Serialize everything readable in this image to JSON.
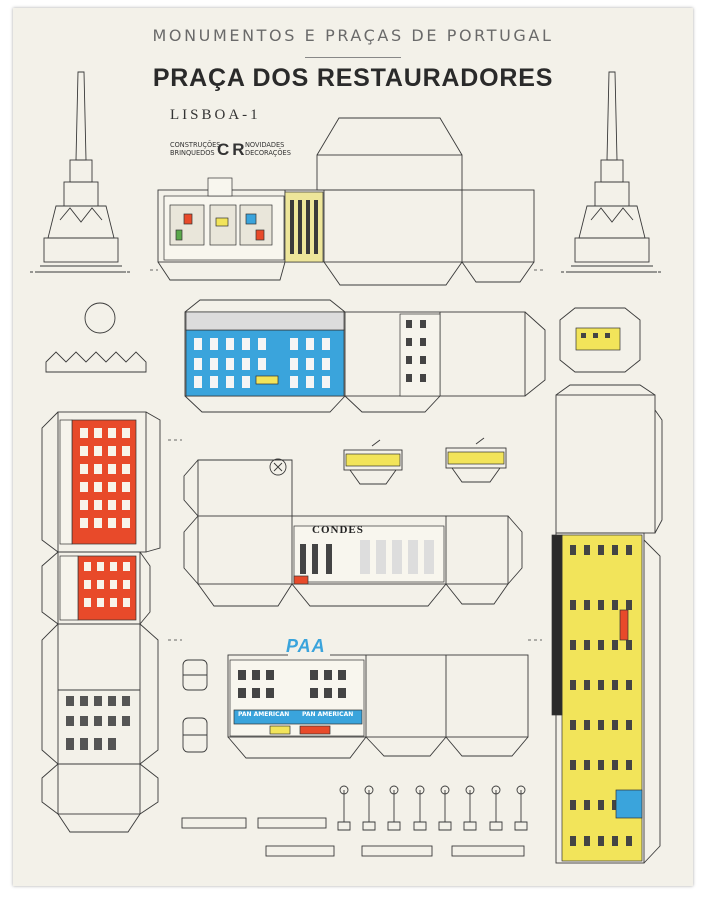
{
  "header": {
    "series": "MONUMENTOS E PRAÇAS DE PORTUGAL",
    "title": "PRAÇA DOS RESTAURADORES",
    "subtitle": "LISBOA-1"
  },
  "brand": {
    "left_line1": "CONSTRUÇÕES",
    "left_line2": "BRINQUEDOS",
    "mark": "CR",
    "right_line1": "NOVIDADES",
    "right_line2": "DECORAÇÕES"
  },
  "signs": {
    "cinema": "CONDES",
    "airline_logo": "PAA",
    "airline_banner_1": "PAN AMERICAN",
    "airline_banner_2": "PAN AMERICAN"
  },
  "colors": {
    "paper": "#f3f1e9",
    "line": "#3a3a3a",
    "blue": "#3aa4dc",
    "red": "#e84a2a",
    "yellow": "#f2e45a",
    "pale_yellow": "#eee69a"
  }
}
